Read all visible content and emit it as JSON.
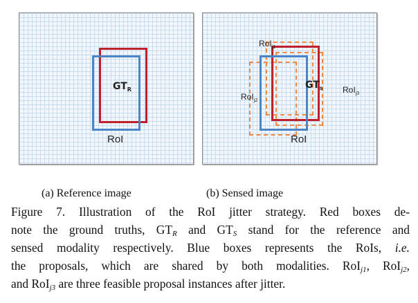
{
  "figure": {
    "panel_a": {
      "gt_label": "GT",
      "gt_sub": "R",
      "roi_label": "RoI",
      "subcaption": "(a) Reference image"
    },
    "panel_b": {
      "gt_label": "GT",
      "gt_sub": "s",
      "roi_label": "RoI",
      "jitter_labels": [
        {
          "text": "RoI",
          "sub": "j1"
        },
        {
          "text": "RoI",
          "sub": "j2"
        },
        {
          "text": "RoI",
          "sub": "j3"
        }
      ],
      "subcaption": "(b) Sensed image"
    },
    "colors": {
      "ground_truth": "#c0202c",
      "roi": "#4a86c6",
      "jitter": "#ef8a45",
      "grid": "#c8dcf0"
    }
  },
  "caption": {
    "line1": "Figure 7. Illustration of the RoI jitter strategy.  Red boxes de-",
    "line2_a": "note the ground truths, GT",
    "line2_sub1": "R",
    "line2_b": " and GT",
    "line2_sub2": "S",
    "line2_c": " stand for the reference and",
    "line3_a": "sensed modality respectively. Blue boxes represents the RoIs, ",
    "line3_ie": "i.e.",
    "line4_a": "the proposals, which are shared by both modalities. RoI",
    "line4_sub1": "j1",
    "line4_b": ", RoI",
    "line4_sub2": "j2",
    "line4_c": ",",
    "line5_a": "and RoI",
    "line5_sub": "j3",
    "line5_b": " are three feasible proposal instances after jitter."
  }
}
